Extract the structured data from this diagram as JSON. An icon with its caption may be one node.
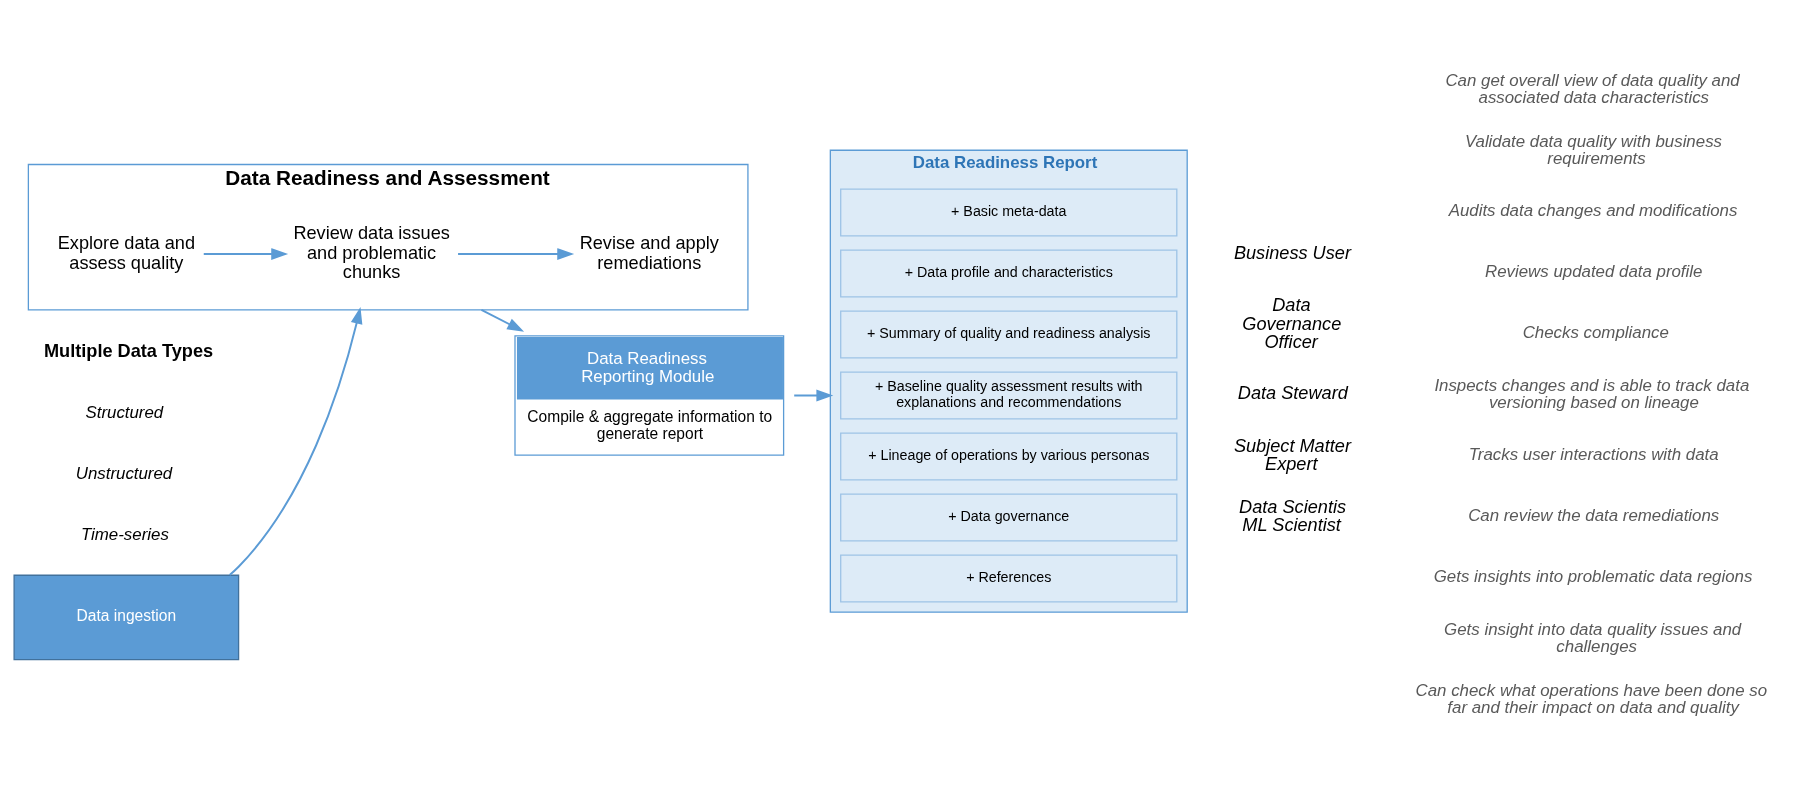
{
  "diagram": {
    "nodes": [
      {
        "text": [
          "Data ingestion"
        ]
      },
      {
        "text": [
          "Data Readiness and Assessment"
        ]
      },
      {
        "text": [
          "Explore data and assess quality"
        ],
        "in": 1
      },
      {
        "text": [
          "Review data issues and problematic chunks"
        ],
        "in": 1
      },
      {
        "text": [
          "Revise and apply remediations"
        ],
        "in": 1
      },
      {
        "text": [
          "Data Readiness Reporting Module",
          "Compile & aggregate information to generate report"
        ]
      },
      {
        "text": [
          "Data Readiness Report"
        ]
      },
      {
        "text": [
          "+ Basic meta-data"
        ],
        "in": 6
      },
      {
        "text": [
          "+ Data profile and characteristics"
        ],
        "in": 6
      },
      {
        "text": [
          "+ Summary of quality and readiness analysis"
        ],
        "in": 6
      },
      {
        "text": [
          "+ Baseline quality assessment results with explanations and recommendations"
        ],
        "in": 6
      },
      {
        "text": [
          "+ Lineage of operations by various personas"
        ],
        "in": 6
      },
      {
        "text": [
          "+ Data governance"
        ],
        "in": 6
      },
      {
        "text": [
          "+ References"
        ],
        "in": 6
      }
    ],
    "edges": [
      {
        "from": 0,
        "to": 1,
        "arrow": "to"
      },
      {
        "from": 2,
        "to": 3,
        "arrow": "to"
      },
      {
        "from": 3,
        "to": 4,
        "arrow": "to"
      },
      {
        "from": 1,
        "to": 5,
        "arrow": "to"
      },
      {
        "from": 5,
        "to": 6,
        "arrow": "to"
      }
    ],
    "labels": [
      "Multiple Data Types",
      "Structured",
      "Unstructured",
      "Time-series",
      "Business User",
      "Can get overall view of data quality and associated data characteristics",
      "Validate data quality with business requirements",
      "Data Governance Officer",
      "Audits data changes and modifications",
      "Reviews updated data profile",
      "Checks compliance",
      "Data Steward",
      "Inspects changes and is able to track data versioning based on lineage",
      "Tracks user interactions with data",
      "Subject Matter Expert",
      "Can review the data remediations",
      "Gets insights into problematic data regions",
      "Data Scientis ML Scientist",
      "Gets insight into data quality issues and challenges",
      "Can check what operations have been done so far and their impact on data and quality"
    ]
  }
}
